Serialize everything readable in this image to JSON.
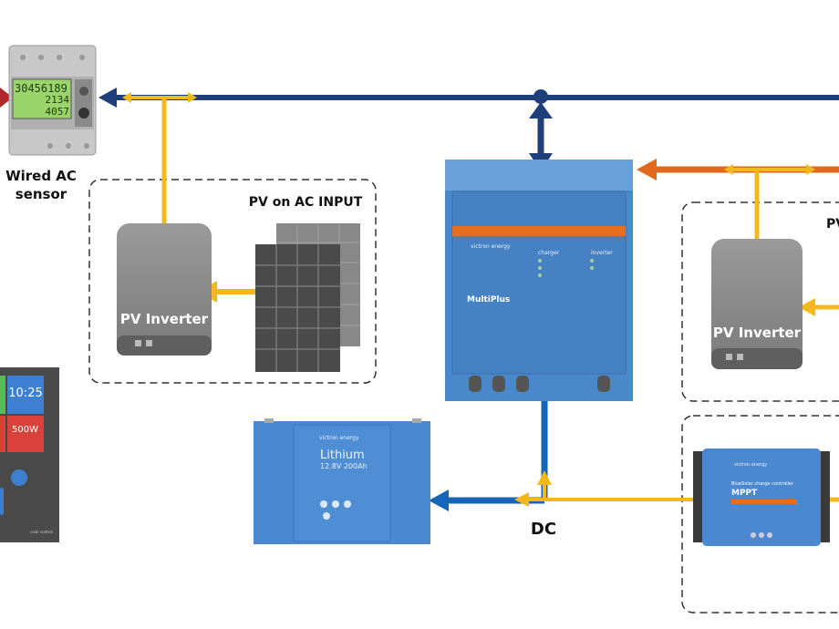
{
  "colors": {
    "ac_bus": "#1f3f7a",
    "pv_ac": "#f5b81c",
    "ac_out": "#e0691c",
    "dc": "#1565b8",
    "device_blue": "#4a88cc",
    "inverter_grey": "#8a8a8a"
  },
  "sensor": {
    "label_line1": "Wired AC",
    "label_line2": "sensor",
    "display": [
      "30456189",
      "2134",
      "4057"
    ]
  },
  "pv_ac_input": {
    "title": "PV on AC INPUT",
    "inverter_label": "PV Inverter"
  },
  "pv_ac_output": {
    "title": "PV",
    "inverter_label": "PV Inverter"
  },
  "multiplus": {
    "brand": "victron energy",
    "name": "MultiPlus",
    "charger": "charger",
    "inverter": "inverter"
  },
  "battery": {
    "brand": "victron energy",
    "name": "Lithium",
    "spec": "12.8V 200Ah"
  },
  "mppt": {
    "brand": "victron energy",
    "line1": "BlueSolar charge controller",
    "name": "MPPT"
  },
  "color_control": {
    "time": "10:25",
    "power": "500W",
    "brand": "color control"
  },
  "dc_label": "DC"
}
